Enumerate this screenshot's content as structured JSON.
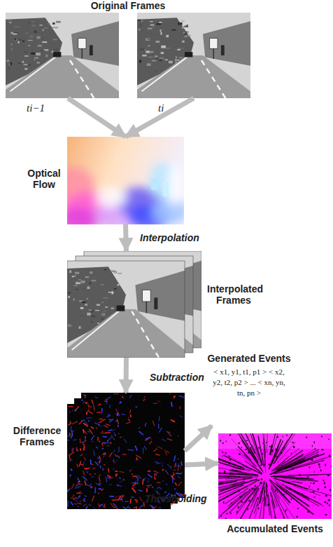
{
  "diagram": {
    "nodes": [
      {
        "text": [
          "Original Frames"
        ]
      },
      {
        "text": [
          "ti−1"
        ],
        "in": 0
      },
      {
        "text": [
          "ti"
        ],
        "in": 0
      },
      {
        "text": [
          "Optical Flow"
        ]
      },
      {
        "text": [
          "Interpolated Frames"
        ]
      },
      {
        "text": [
          "Difference Frames"
        ]
      },
      {
        "text": [
          "Generated Events",
          "< x1, y1, t1, p1 > < x2, y2, t2, p2 > ... < xn, yn, tn, pn >"
        ]
      },
      {
        "text": [
          "Accumulated Events"
        ]
      }
    ],
    "edges": [
      {
        "from": 1,
        "to": 3,
        "arrow": "to"
      },
      {
        "from": 2,
        "to": 3,
        "arrow": "to"
      },
      {
        "from": 3,
        "to": 4,
        "label": "Interpolation",
        "arrow": "to"
      },
      {
        "from": 4,
        "to": 5,
        "label": "Subtraction",
        "arrow": "to"
      },
      {
        "from": 5,
        "to": 6,
        "arrow": "to"
      },
      {
        "from": 5,
        "to": 7,
        "label": "Thresholding",
        "arrow": "to"
      }
    ]
  }
}
